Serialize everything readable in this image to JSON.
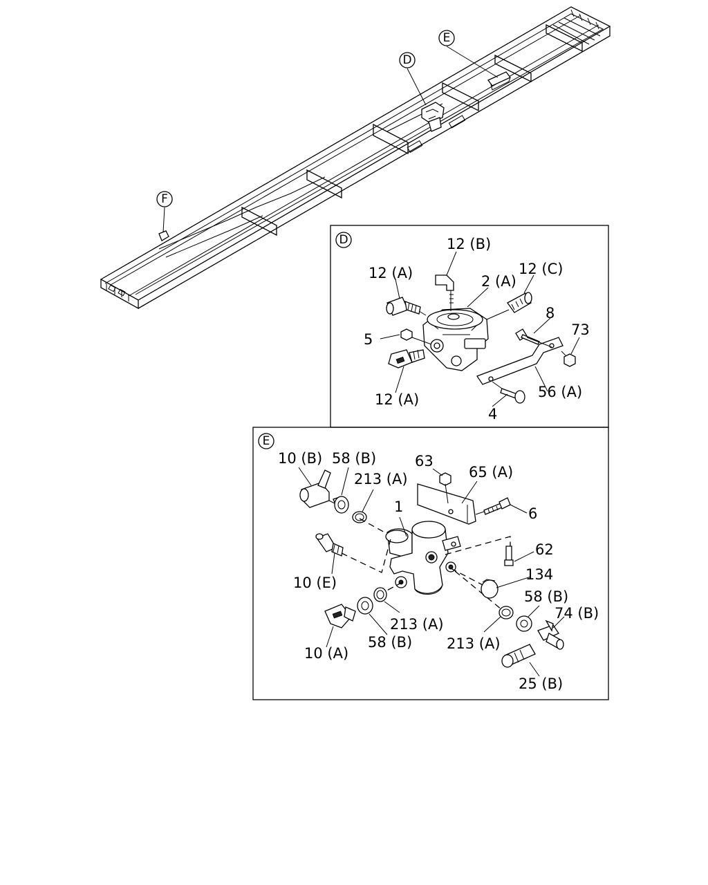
{
  "callouts": {
    "d": "D",
    "e": "E",
    "f": "F"
  },
  "detail_d": {
    "title": "D",
    "labels": {
      "l12b": "12 (B)",
      "l12a_top": "12 (A)",
      "l2a": "2 (A)",
      "l12c": "12 (C)",
      "l8": "8",
      "l73": "73",
      "l5": "5",
      "l12a_bottom": "12 (A)",
      "l56a": "56 (A)",
      "l4": "4"
    }
  },
  "detail_e": {
    "title": "E",
    "labels": {
      "l10b": "10 (B)",
      "l58b_top": "58 (B)",
      "l63": "63",
      "l65a": "65 (A)",
      "l213a_top": "213 (A)",
      "l1": "1",
      "l6": "6",
      "l62": "62",
      "l134": "134",
      "l10e": "10 (E)",
      "l58b_right": "58 (B)",
      "l74b": "74 (B)",
      "l213a_mid": "213 (A)",
      "l213a_right": "213 (A)",
      "l10a": "10 (A)",
      "l58b_bottom": "58 (B)",
      "l25b": "25 (B)"
    }
  }
}
